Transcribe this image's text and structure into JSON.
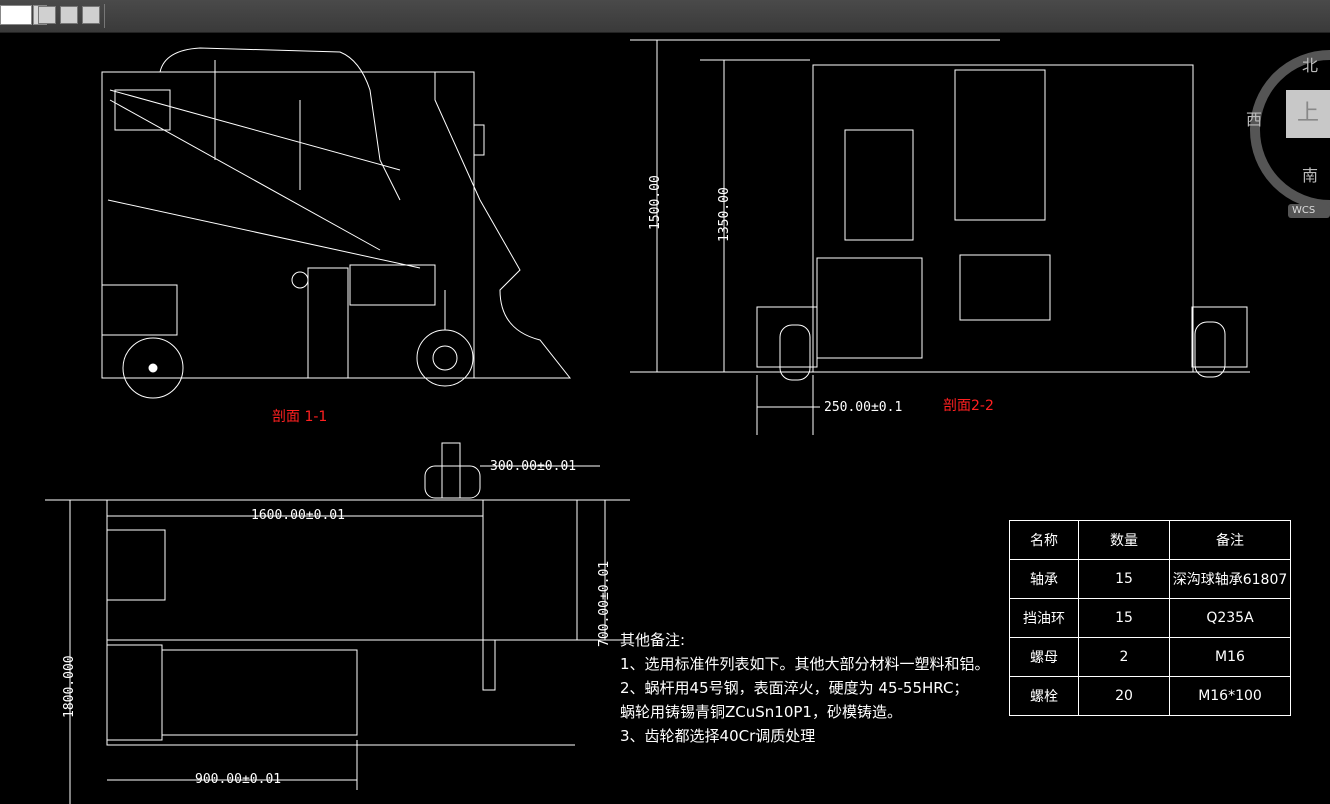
{
  "toolbar": {
    "icons": [
      "layer-manager-icon",
      "layer-state-icon",
      "layer-properties-icon"
    ]
  },
  "section_labels": {
    "s1": "剖面 1-1",
    "s2": "剖面2-2"
  },
  "dims": {
    "h1500": "1500.00",
    "h1350": "1350.00",
    "w250": "250.00±0.1",
    "w300": "300.00±0.01",
    "w1600": "1600.00±0.01",
    "h700": "700.00±0.01",
    "h1800": "1800.000",
    "w900": "900.00±0.01"
  },
  "notes": {
    "title": "其他备注:",
    "l1": "1、选用标准件列表如下。其他大部分材料一塑料和铝。",
    "l2": "2、蜗杆用45号钢，表面淬火，硬度为  45-55HRC；",
    "l3": "蜗轮用铸锡青铜ZCuSn10P1，砂模铸造。",
    "l4": "3、齿轮都选择40Cr调质处理"
  },
  "table": {
    "headers": [
      "名称",
      "数量",
      "备注"
    ],
    "rows": [
      [
        "轴承",
        "15",
        "深沟球轴承61807"
      ],
      [
        "挡油环",
        "15",
        "Q235A"
      ],
      [
        "螺母",
        "2",
        "M16"
      ],
      [
        "螺栓",
        "20",
        "M16*100"
      ]
    ]
  },
  "viewcube": {
    "north": "北",
    "west": "西",
    "south": "南",
    "face": "上",
    "wcs": "WCS"
  },
  "colors": {
    "background": "#000000",
    "lines": "#ffffff",
    "section_label": "#ff2020"
  }
}
